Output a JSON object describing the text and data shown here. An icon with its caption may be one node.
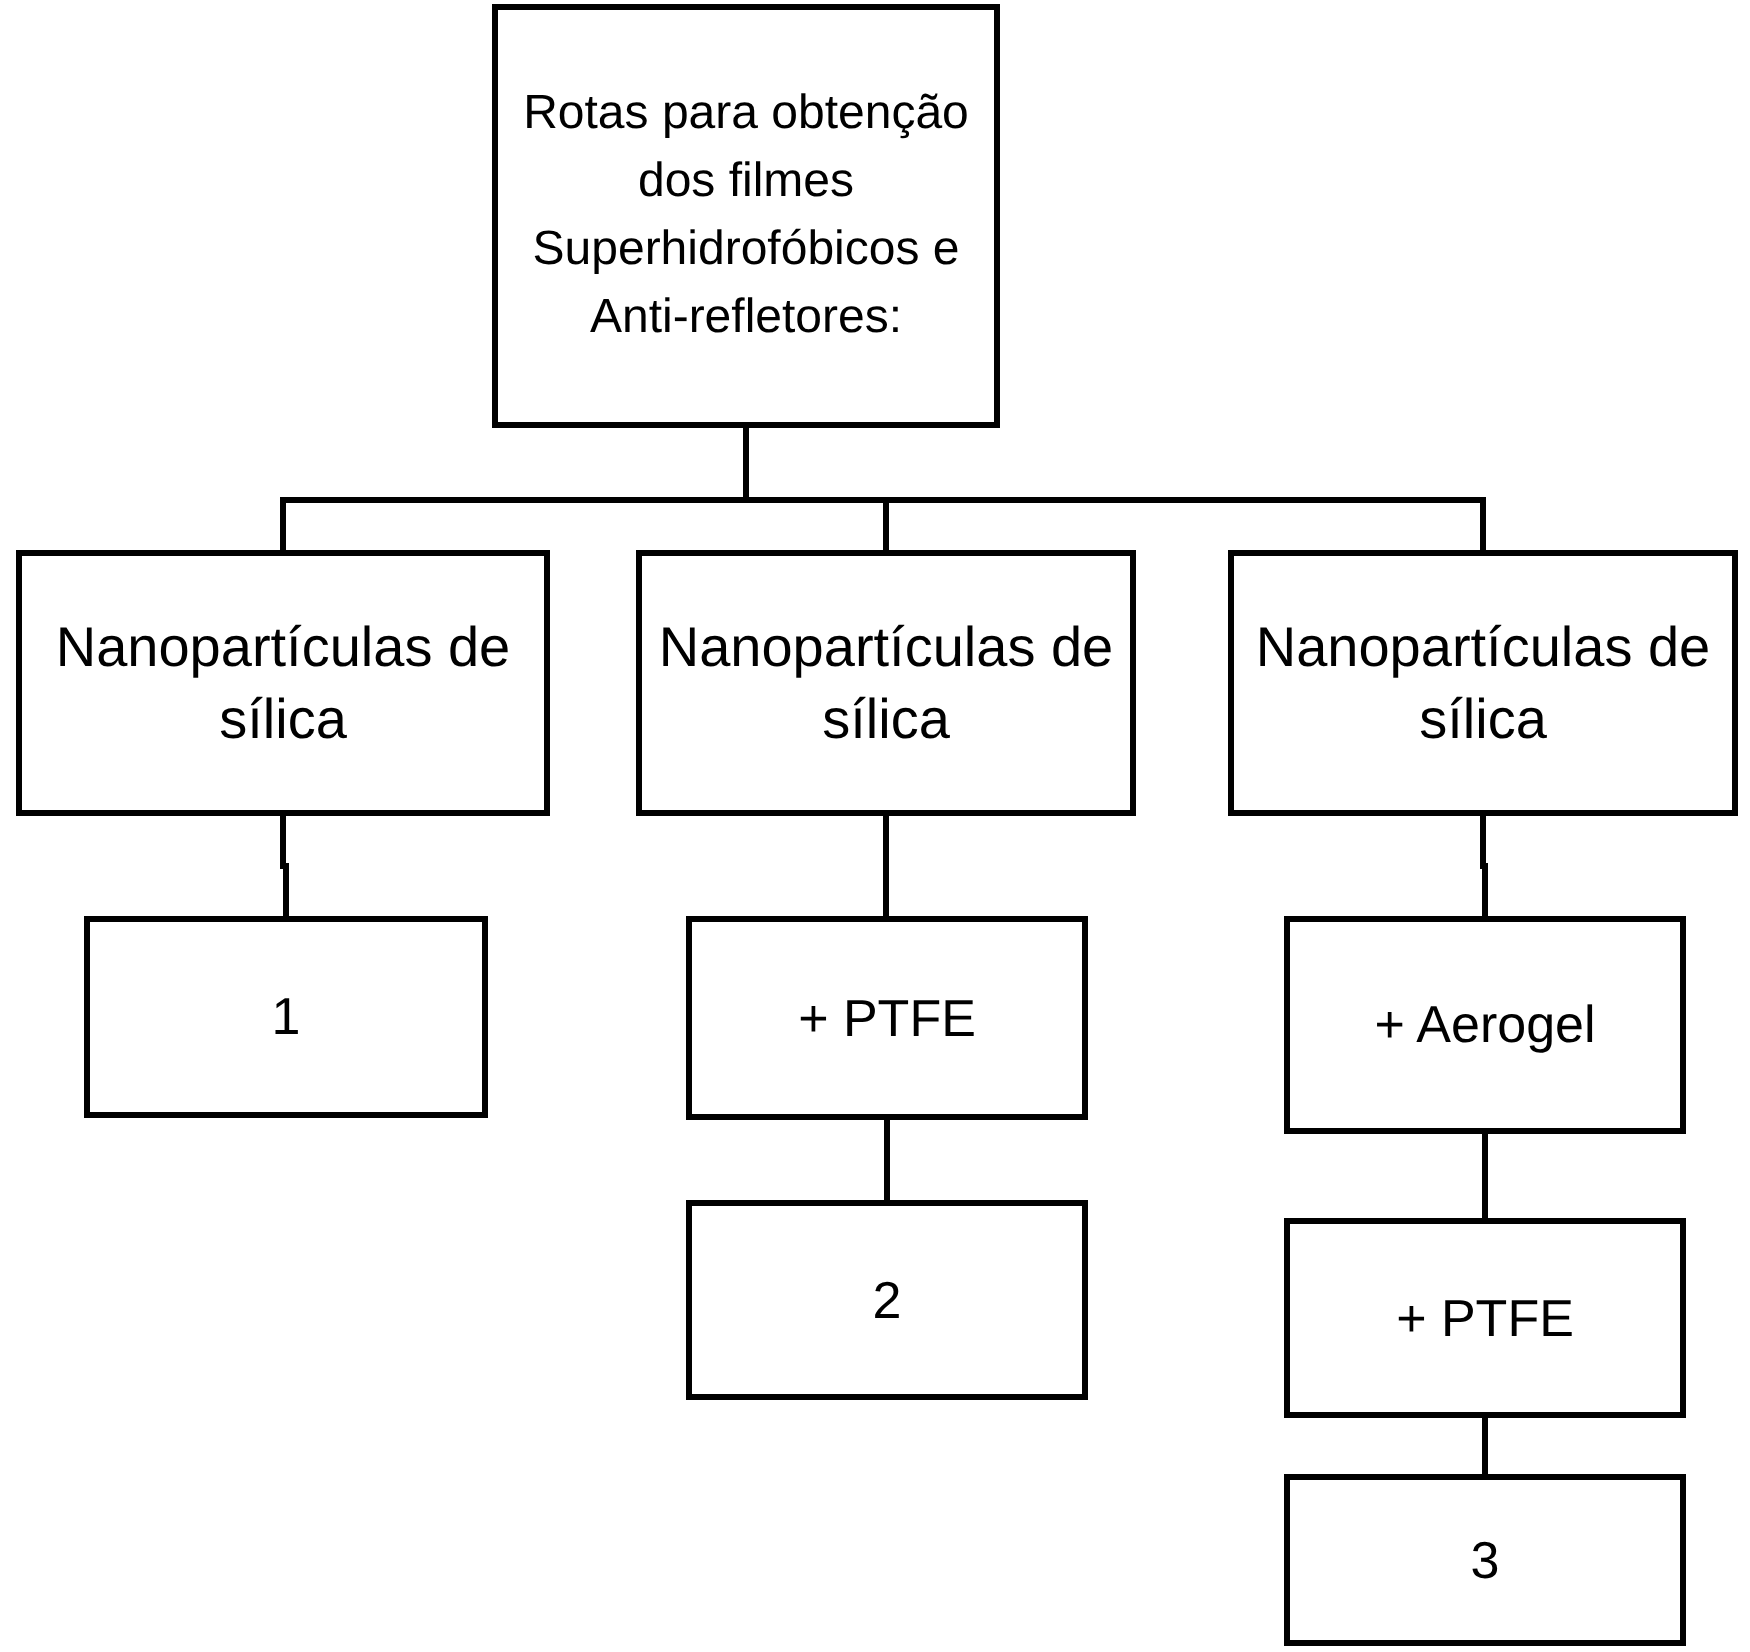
{
  "diagram": {
    "nodes": [
      {
        "text": [
          "Rotas para obtenção dos filmes Superhidrofóbicos e Anti-refletores:"
        ]
      },
      {
        "text": [
          "Nanopartículas de sílica"
        ]
      },
      {
        "text": [
          "Nanopartículas de sílica"
        ]
      },
      {
        "text": [
          "Nanopartículas de sílica"
        ]
      },
      {
        "text": [
          "1"
        ]
      },
      {
        "text": [
          "+ PTFE"
        ]
      },
      {
        "text": [
          "2"
        ]
      },
      {
        "text": [
          "+ Aerogel"
        ]
      },
      {
        "text": [
          "+ PTFE"
        ]
      },
      {
        "text": [
          "3"
        ]
      }
    ],
    "edges": [
      {
        "from": 0,
        "to": 1,
        "arrow": "none"
      },
      {
        "from": 0,
        "to": 2,
        "arrow": "none"
      },
      {
        "from": 0,
        "to": 3,
        "arrow": "none"
      },
      {
        "from": 1,
        "to": 4,
        "arrow": "none"
      },
      {
        "from": 2,
        "to": 5,
        "arrow": "none"
      },
      {
        "from": 5,
        "to": 6,
        "arrow": "none"
      },
      {
        "from": 3,
        "to": 7,
        "arrow": "none"
      },
      {
        "from": 7,
        "to": 8,
        "arrow": "none"
      },
      {
        "from": 8,
        "to": 9,
        "arrow": "none"
      }
    ]
  }
}
